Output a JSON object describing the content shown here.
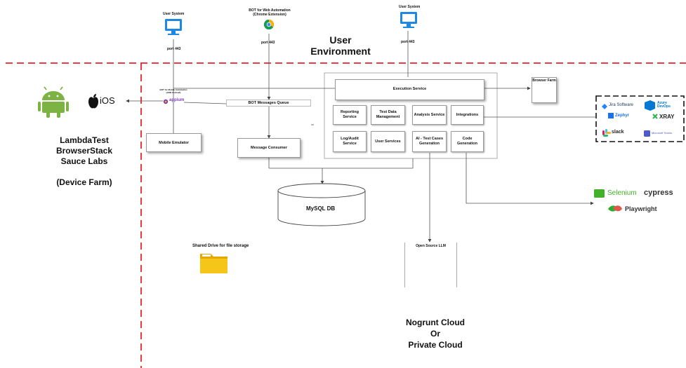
{
  "zones": {
    "user_environment": "User\nEnvironment",
    "device_farm": "LambdaTest\nBrowserStack\nSauce Labs\n\n(Device Farm)",
    "cloud": "Nogrunt Cloud\nOr\nPrivate Cloud"
  },
  "top_nodes": {
    "user_system_left": "User System",
    "user_system_right": "User System",
    "bot_web": "BOT for Web Automation\n(Chrome Extension)",
    "port_left": "port 443",
    "port_middle": "port 443",
    "port_right": "port 443"
  },
  "mobile": {
    "ios_label": "iOS",
    "appium_label": "appium",
    "bot_mobile_note": "BOT for Mobile Automation\n(ADB Android)",
    "mobile_emulator": "Mobile Emulator"
  },
  "queue": {
    "bot_messages_queue": "BOT Messages Queue",
    "message_consumer": "Message Consumer"
  },
  "execution": {
    "execution_service": "Execution Service",
    "services": [
      "Reporting Service",
      "Test Data\nManagement",
      "Analysis Service",
      "Integrations",
      "Log/Audit Service",
      "User Services",
      "AI - Test Cases\nGeneration",
      "Code Generation"
    ]
  },
  "browser_farm": {
    "title": "Browser Farm"
  },
  "database": {
    "label": "MySQL DB"
  },
  "storage": {
    "label": "Shared Drive for file storage"
  },
  "llm": {
    "label": "Open Source LLM"
  },
  "integrations_logos": {
    "jira": "Jira Software",
    "azure": "Azure\nDevOps",
    "zephyr": "Zephyr",
    "xray": "XRAY",
    "slack": "slack",
    "teams": "Microsoft Teams"
  },
  "frameworks": {
    "selenium": "Selenium",
    "cypress": "cypress",
    "playwright": "Playwright"
  },
  "colors": {
    "boundary": "#e8252b",
    "android": "#7cb342",
    "selenium": "#43b02a",
    "appium": "#7b3fb3",
    "monitor": "#1e88e5",
    "folder": "#f5c518",
    "playwright": "#2ead33"
  }
}
